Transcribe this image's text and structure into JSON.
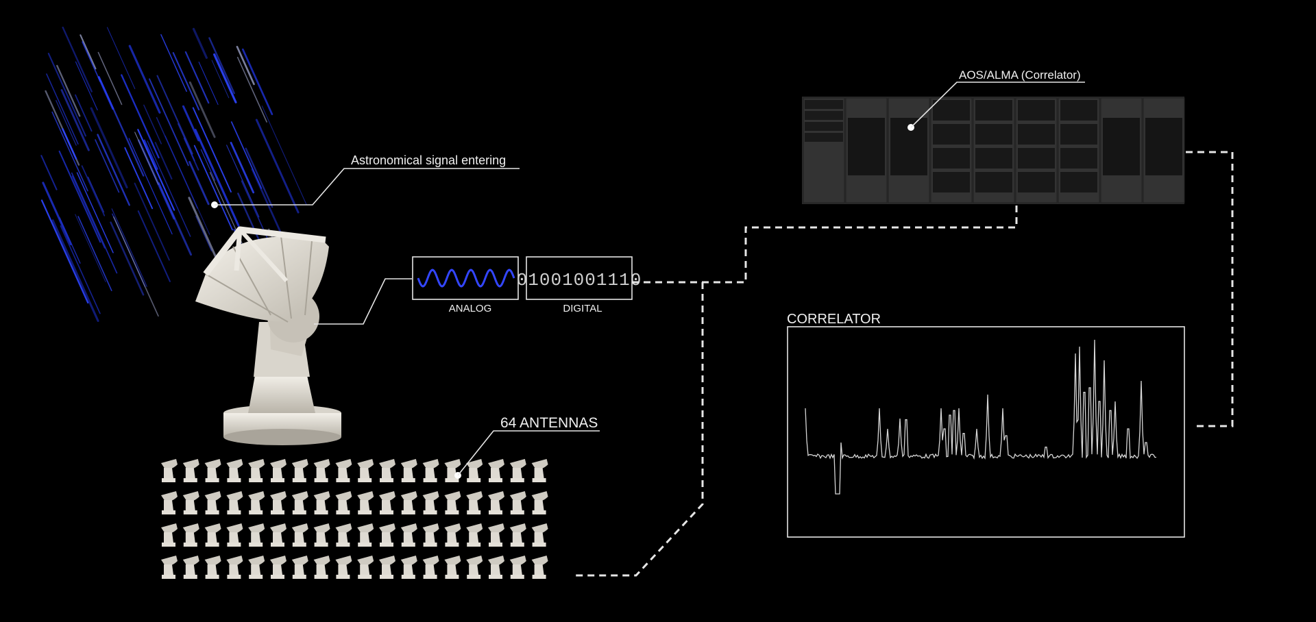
{
  "labels": {
    "signal": "Astronomical signal entering",
    "analog": "ANALOG",
    "digital": "DIGITAL",
    "bits": "01001001110",
    "antennas": "64 ANTENNAS",
    "aos": "AOS/ALMA (Correlator)",
    "correlator": "CORRELATOR"
  },
  "colors": {
    "background": "#000000",
    "line": "#e6e6e6",
    "signal_blue": "#2a3fff",
    "antenna": "#e8e4dc",
    "rack": "#2b2b2b"
  },
  "icons": {
    "main_antenna": "radio-dish-antenna",
    "antenna_array": "antenna-grid",
    "correlator_rack": "server-rack",
    "signal_wave": "sine-wave",
    "spectrum": "spectrum-plot"
  }
}
